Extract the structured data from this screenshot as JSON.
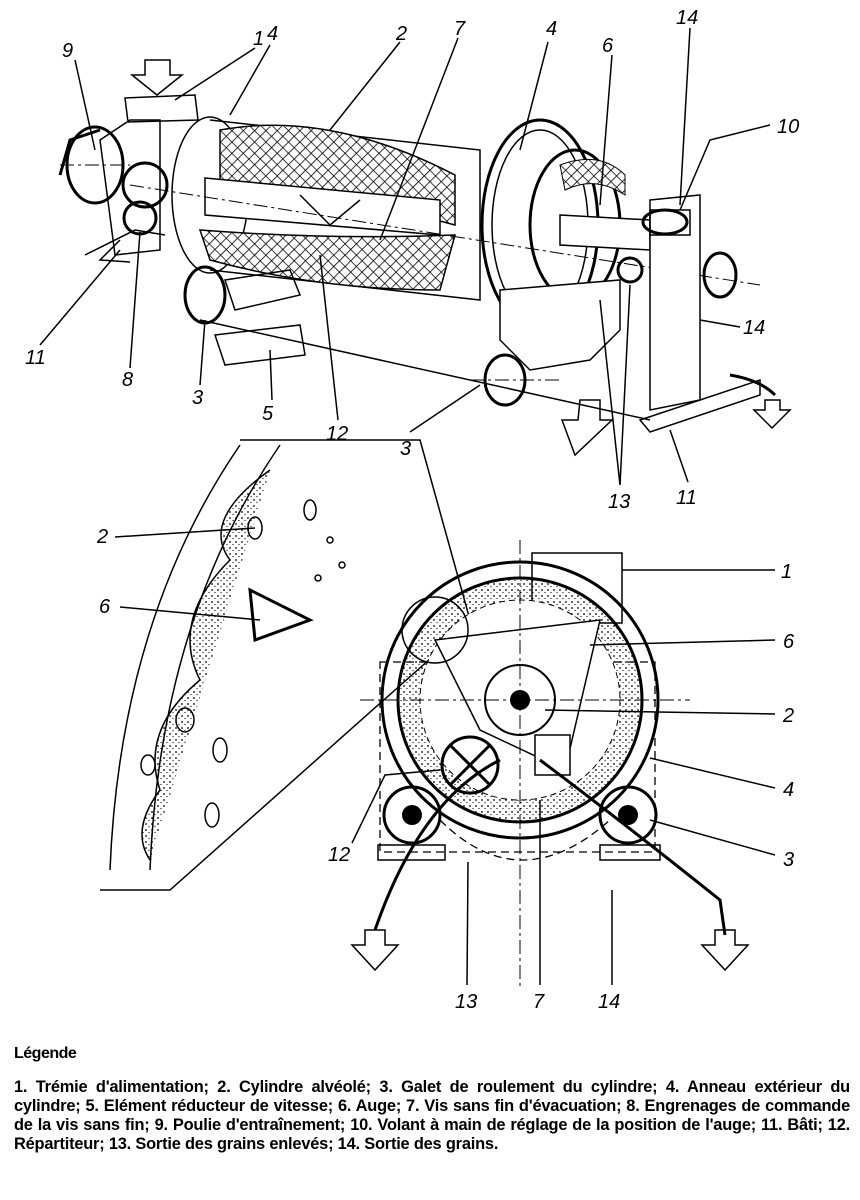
{
  "callouts_top": [
    "9",
    "1",
    "4",
    "2",
    "7",
    "4",
    "6",
    "14",
    "10",
    "14",
    "11",
    "8",
    "3",
    "5",
    "12",
    "3",
    "13",
    "11"
  ],
  "callouts_detail": [
    "2",
    "6"
  ],
  "callouts_section": [
    "1",
    "6",
    "2",
    "4",
    "3",
    "12",
    "13",
    "7",
    "14"
  ],
  "legend": {
    "title": "Légende",
    "text": "1. Trémie d'alimentation; 2. Cylindre alvéolé; 3. Galet de roulement du cylindre; 4. Anneau extérieur du cylindre; 5. Elément réducteur de vitesse; 6. Auge; 7. Vis sans fin d'évacuation; 8. Engrenages de commande de la vis sans fin; 9. Poulie d'entraînement; 10. Volant à main de réglage de la position de l'auge; 11. Bâti; 12. Répartiteur; 13. Sortie des grains enlevés; 14. Sortie des grains."
  }
}
